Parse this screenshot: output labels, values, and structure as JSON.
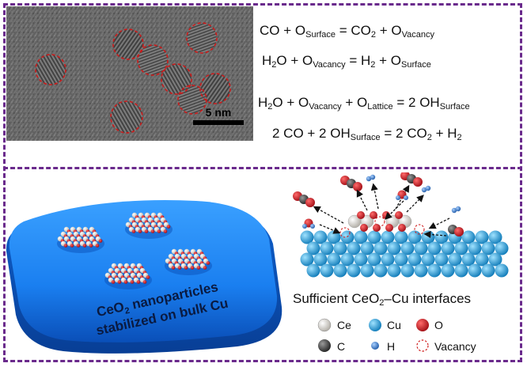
{
  "tem": {
    "scale_bar_label": "5 nm"
  },
  "equations": [
    {
      "parts": [
        [
          "",
          "CO + O"
        ],
        [
          "sub",
          "Surface"
        ],
        [
          "",
          " = CO"
        ],
        [
          "sub",
          "2"
        ],
        [
          "",
          " + O"
        ],
        [
          "sub",
          "Vacancy"
        ]
      ]
    },
    {
      "parts": [
        [
          "",
          "H"
        ],
        [
          "sub",
          "2"
        ],
        [
          "",
          "O + O"
        ],
        [
          "sub",
          "Vacancy"
        ],
        [
          "",
          " = H"
        ],
        [
          "sub",
          "2"
        ],
        [
          "",
          " + O"
        ],
        [
          "sub",
          "Surface"
        ]
      ]
    },
    {
      "parts": [
        [
          "",
          "H"
        ],
        [
          "sub",
          "2"
        ],
        [
          "",
          "O + O"
        ],
        [
          "sub",
          "Vacancy"
        ],
        [
          "",
          " + O"
        ],
        [
          "sub",
          "Lattice"
        ],
        [
          "",
          " = 2 OH"
        ],
        [
          "sub",
          "Surface"
        ]
      ]
    },
    {
      "parts": [
        [
          "",
          "2 CO + 2 OH"
        ],
        [
          "sub",
          "Surface"
        ],
        [
          "",
          " = 2 CO"
        ],
        [
          "sub",
          "2"
        ],
        [
          "",
          " + H"
        ],
        [
          "sub",
          "2"
        ]
      ]
    }
  ],
  "bulk": {
    "label_line1_pre": "CeO",
    "label_line1_sub": "2",
    "label_line1_post": " nanoparticles",
    "label_line2": "stabilized on bulk Cu"
  },
  "interface": {
    "caption_pre": "Sufficient CeO",
    "caption_sub": "2",
    "caption_post": "–Cu interfaces"
  },
  "legend": {
    "ce": "Ce",
    "cu": "Cu",
    "o": "O",
    "c": "C",
    "h": "H",
    "vacancy": "Vacancy"
  },
  "colors": {
    "frame": "#6a2a8c",
    "cu_sphere": "#1b9ad6",
    "ce_sphere": "#e8e6e0",
    "o_sphere": "#c8161e",
    "c_sphere": "#444444",
    "h_sphere": "#3f7fc8",
    "vacancy": "#d02020",
    "bulk_slab": "#1a7ff0",
    "tem_circles": "#cc1a1a"
  }
}
